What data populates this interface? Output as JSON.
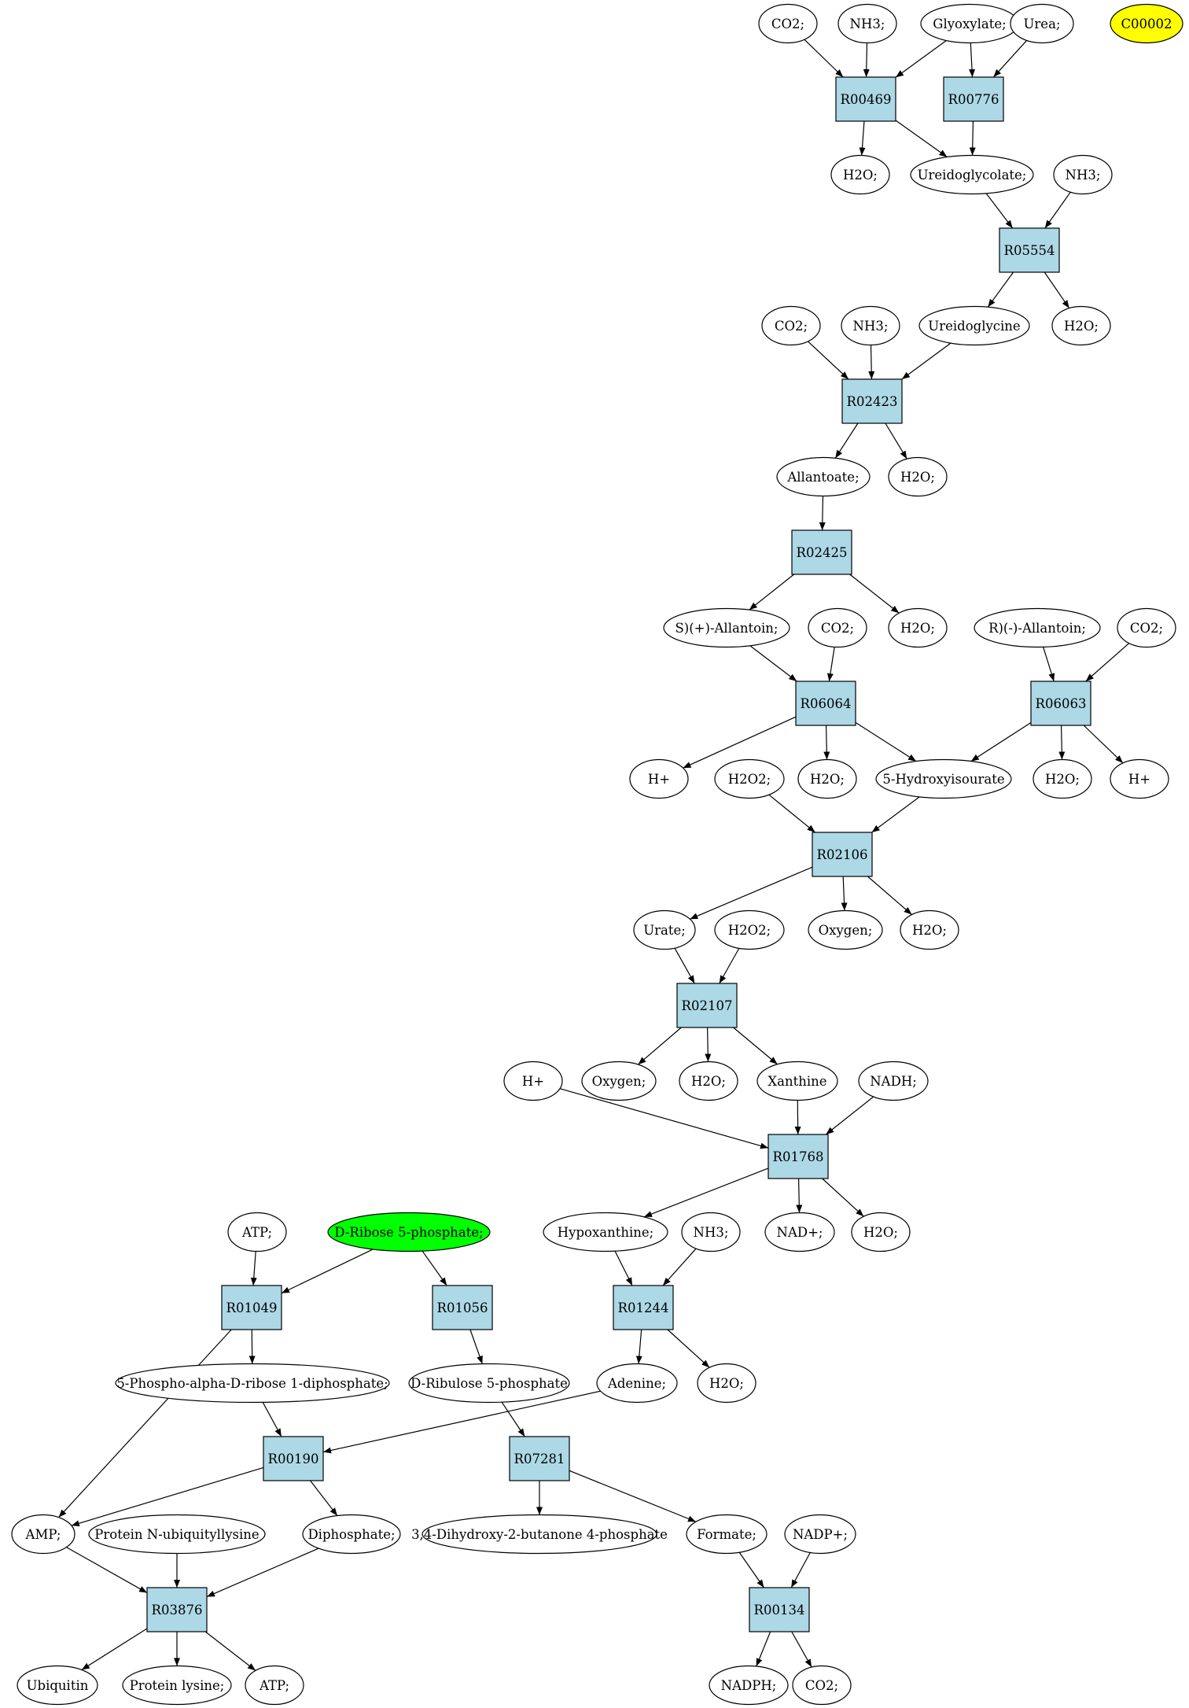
{
  "colors": {
    "reaction_fill": "#add8e6",
    "compound_fill": "#ffffff",
    "target_fill": "#ffff00",
    "source_fill": "#00ff00",
    "stroke": "#000000"
  },
  "reactions": [
    {
      "id": "r-R00469",
      "label": "R00469"
    },
    {
      "id": "r-R00776",
      "label": "R00776"
    },
    {
      "id": "r-R05554",
      "label": "R05554"
    },
    {
      "id": "r-R02423",
      "label": "R02423"
    },
    {
      "id": "r-R02425",
      "label": "R02425"
    },
    {
      "id": "r-R06064",
      "label": "R06064"
    },
    {
      "id": "r-R06063",
      "label": "R06063"
    },
    {
      "id": "r-R02106",
      "label": "R02106"
    },
    {
      "id": "r-R02107",
      "label": "R02107"
    },
    {
      "id": "r-R01768",
      "label": "R01768"
    },
    {
      "id": "r-R01049",
      "label": "R01049"
    },
    {
      "id": "r-R01056",
      "label": "R01056"
    },
    {
      "id": "r-R01244",
      "label": "R01244"
    },
    {
      "id": "r-R00190",
      "label": "R00190"
    },
    {
      "id": "r-R07281",
      "label": "R07281"
    },
    {
      "id": "r-R03876",
      "label": "R03876"
    },
    {
      "id": "r-R00134",
      "label": "R00134"
    }
  ],
  "compounds": [
    {
      "id": "c1",
      "label": "CO2;"
    },
    {
      "id": "c2",
      "label": "NH3;"
    },
    {
      "id": "c3",
      "label": "Glyoxylate;"
    },
    {
      "id": "c4",
      "label": "Urea;"
    },
    {
      "id": "c5",
      "label": "C00002",
      "kind": "target"
    },
    {
      "id": "c6",
      "label": "H2O;"
    },
    {
      "id": "c7",
      "label": "Ureidoglycolate;"
    },
    {
      "id": "c8",
      "label": "NH3;"
    },
    {
      "id": "c9",
      "label": "CO2;"
    },
    {
      "id": "c10",
      "label": "NH3;"
    },
    {
      "id": "c11",
      "label": "Ureidoglycine"
    },
    {
      "id": "c12",
      "label": "H2O;"
    },
    {
      "id": "c13",
      "label": "Allantoate;"
    },
    {
      "id": "c14",
      "label": "H2O;"
    },
    {
      "id": "c15",
      "label": "S)(+)-Allantoin;"
    },
    {
      "id": "c16",
      "label": "CO2;"
    },
    {
      "id": "c17",
      "label": "H2O;"
    },
    {
      "id": "c18",
      "label": "R)(-)-Allantoin;"
    },
    {
      "id": "c19",
      "label": "CO2;"
    },
    {
      "id": "c20",
      "label": "H+"
    },
    {
      "id": "c21",
      "label": "H2O2;"
    },
    {
      "id": "c22",
      "label": "H2O;"
    },
    {
      "id": "c23",
      "label": "5-Hydroxyisourate"
    },
    {
      "id": "c24",
      "label": "H2O;"
    },
    {
      "id": "c25",
      "label": "H+"
    },
    {
      "id": "c26",
      "label": "Urate;"
    },
    {
      "id": "c27",
      "label": "H2O2;"
    },
    {
      "id": "c28",
      "label": "Oxygen;"
    },
    {
      "id": "c29",
      "label": "H2O;"
    },
    {
      "id": "c30",
      "label": "H+"
    },
    {
      "id": "c31",
      "label": "Oxygen;"
    },
    {
      "id": "c32",
      "label": "H2O;"
    },
    {
      "id": "c33",
      "label": "Xanthine"
    },
    {
      "id": "c34",
      "label": "NADH;"
    },
    {
      "id": "c35",
      "label": "ATP;"
    },
    {
      "id": "c36",
      "label": "D-Ribose 5-phosphate;",
      "kind": "source"
    },
    {
      "id": "c37",
      "label": "Hypoxanthine;"
    },
    {
      "id": "c38",
      "label": "NH3;"
    },
    {
      "id": "c39",
      "label": "NAD+;"
    },
    {
      "id": "c40",
      "label": "H2O;"
    },
    {
      "id": "c41",
      "label": "5-Phospho-alpha-D-ribose 1-diphosphate;"
    },
    {
      "id": "c42",
      "label": "D-Ribulose 5-phosphate"
    },
    {
      "id": "c43",
      "label": "Adenine;"
    },
    {
      "id": "c44",
      "label": "H2O;"
    },
    {
      "id": "c45",
      "label": "AMP;"
    },
    {
      "id": "c46",
      "label": "Protein N-ubiquityllysine"
    },
    {
      "id": "c47",
      "label": "Diphosphate;"
    },
    {
      "id": "c48",
      "label": "3,4-Dihydroxy-2-butanone 4-phosphate"
    },
    {
      "id": "c49",
      "label": "Formate;"
    },
    {
      "id": "c50",
      "label": "NADP+;"
    },
    {
      "id": "c51",
      "label": "Ubiquitin"
    },
    {
      "id": "c52",
      "label": "Protein lysine;"
    },
    {
      "id": "c53",
      "label": "ATP;"
    },
    {
      "id": "c54",
      "label": "NADPH;"
    },
    {
      "id": "c55",
      "label": "CO2;"
    }
  ],
  "edges": [
    [
      "c1",
      "r-R00469"
    ],
    [
      "c2",
      "r-R00469"
    ],
    [
      "c3",
      "r-R00469"
    ],
    [
      "c3",
      "r-R00776"
    ],
    [
      "c4",
      "r-R00776"
    ],
    [
      "r-R00469",
      "c6"
    ],
    [
      "r-R00469",
      "c7"
    ],
    [
      "r-R00776",
      "c7"
    ],
    [
      "c7",
      "r-R05554"
    ],
    [
      "c8",
      "r-R05554"
    ],
    [
      "r-R05554",
      "c11"
    ],
    [
      "r-R05554",
      "c12"
    ],
    [
      "c9",
      "r-R02423"
    ],
    [
      "c10",
      "r-R02423"
    ],
    [
      "c11",
      "r-R02423"
    ],
    [
      "r-R02423",
      "c13"
    ],
    [
      "r-R02423",
      "c14"
    ],
    [
      "c13",
      "r-R02425"
    ],
    [
      "r-R02425",
      "c15"
    ],
    [
      "r-R02425",
      "c17"
    ],
    [
      "c15",
      "r-R06064"
    ],
    [
      "c16",
      "r-R06064"
    ],
    [
      "c18",
      "r-R06063"
    ],
    [
      "c19",
      "r-R06063"
    ],
    [
      "r-R06064",
      "c20"
    ],
    [
      "r-R06064",
      "c22"
    ],
    [
      "r-R06064",
      "c23"
    ],
    [
      "r-R06063",
      "c23"
    ],
    [
      "r-R06063",
      "c24"
    ],
    [
      "r-R06063",
      "c25"
    ],
    [
      "c21",
      "r-R02106"
    ],
    [
      "c23",
      "r-R02106"
    ],
    [
      "r-R02106",
      "c26"
    ],
    [
      "r-R02106",
      "c28"
    ],
    [
      "r-R02106",
      "c29"
    ],
    [
      "c26",
      "r-R02107"
    ],
    [
      "c27",
      "r-R02107"
    ],
    [
      "r-R02107",
      "c31"
    ],
    [
      "r-R02107",
      "c32"
    ],
    [
      "r-R02107",
      "c33"
    ],
    [
      "c30",
      "r-R01768"
    ],
    [
      "c33",
      "r-R01768"
    ],
    [
      "c34",
      "r-R01768"
    ],
    [
      "r-R01768",
      "c37"
    ],
    [
      "r-R01768",
      "c39"
    ],
    [
      "r-R01768",
      "c40"
    ],
    [
      "c35",
      "r-R01049"
    ],
    [
      "c36",
      "r-R01049"
    ],
    [
      "c36",
      "r-R01056"
    ],
    [
      "c37",
      "r-R01244"
    ],
    [
      "c38",
      "r-R01244"
    ],
    [
      "r-R01244",
      "c43"
    ],
    [
      "r-R01244",
      "c44"
    ],
    [
      "r-R01049",
      "c41"
    ],
    [
      "r-R01049",
      "c45"
    ],
    [
      "r-R01056",
      "c42"
    ],
    [
      "c41",
      "r-R00190"
    ],
    [
      "c43",
      "r-R00190"
    ],
    [
      "c42",
      "r-R07281"
    ],
    [
      "r-R00190",
      "c45"
    ],
    [
      "r-R00190",
      "c47"
    ],
    [
      "r-R07281",
      "c48"
    ],
    [
      "r-R07281",
      "c49"
    ],
    [
      "c45",
      "r-R03876"
    ],
    [
      "c46",
      "r-R03876"
    ],
    [
      "c47",
      "r-R03876"
    ],
    [
      "c49",
      "r-R00134"
    ],
    [
      "c50",
      "r-R00134"
    ],
    [
      "r-R03876",
      "c51"
    ],
    [
      "r-R03876",
      "c52"
    ],
    [
      "r-R03876",
      "c53"
    ],
    [
      "r-R00134",
      "c54"
    ],
    [
      "r-R00134",
      "c55"
    ]
  ]
}
